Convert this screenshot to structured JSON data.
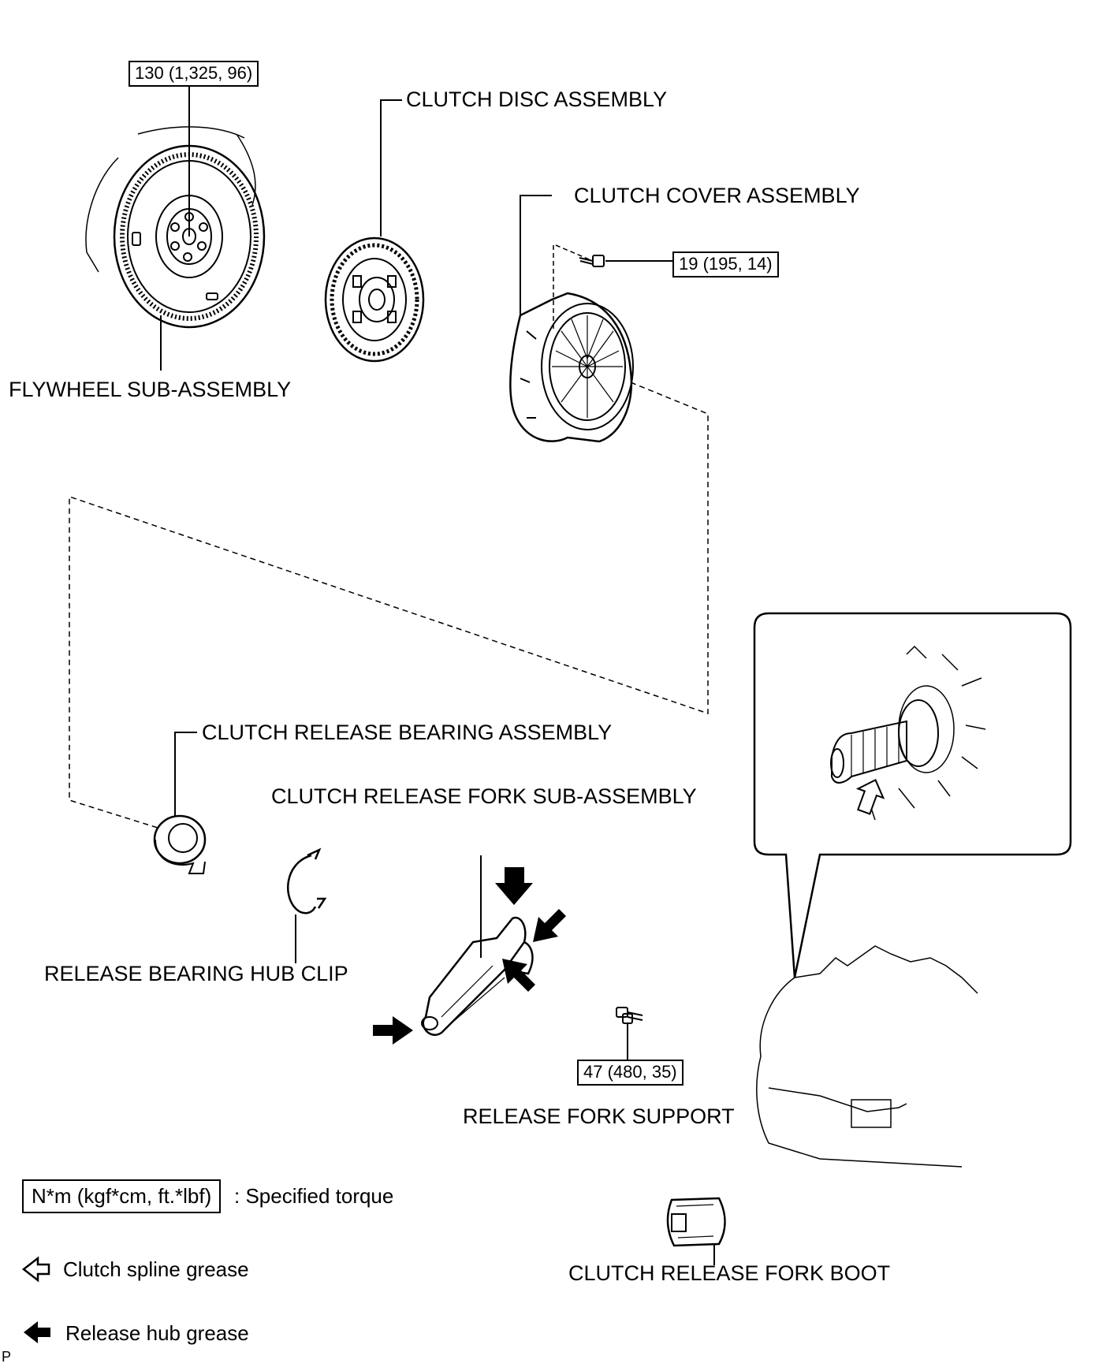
{
  "labels": {
    "clutch_disc": "CLUTCH DISC ASSEMBLY",
    "clutch_cover": "CLUTCH COVER ASSEMBLY",
    "flywheel": "FLYWHEEL SUB-ASSEMBLY",
    "release_bearing": "CLUTCH RELEASE BEARING ASSEMBLY",
    "release_fork": "CLUTCH RELEASE FORK SUB-ASSEMBLY",
    "hub_clip": "RELEASE BEARING HUB CLIP",
    "fork_support": "RELEASE FORK SUPPORT",
    "fork_boot": "CLUTCH RELEASE FORK BOOT"
  },
  "torques": {
    "flywheel": "130 (1,325, 96)",
    "cover_bolt": "19 (195, 14)",
    "fork_support": "47 (480, 35)"
  },
  "legend": {
    "torque_unit": "N*m (kgf*cm, ft.*lbf)",
    "torque_desc": ": Specified torque",
    "spline_grease": "Clutch spline grease",
    "hub_grease": "Release hub grease"
  },
  "corner_mark": "P",
  "icons": {
    "spline_grease": "outline-arrow-icon",
    "hub_grease": "solid-arrow-icon"
  }
}
